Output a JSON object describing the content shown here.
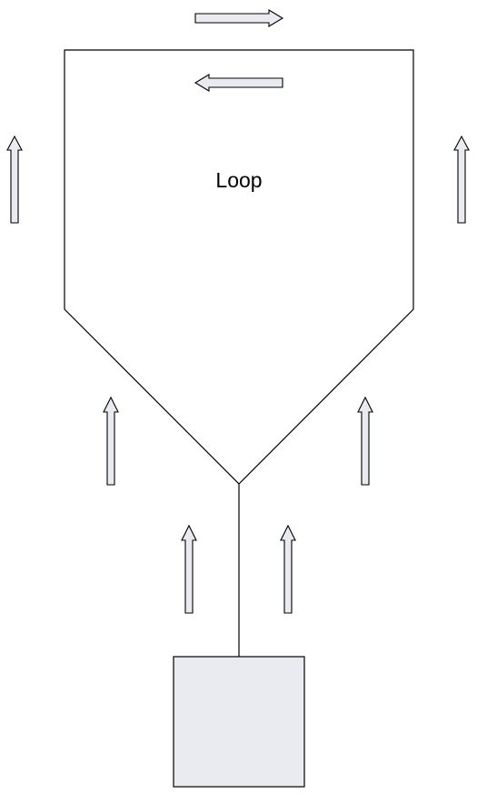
{
  "diagram": {
    "loop_label": "Loop",
    "colors": {
      "stroke": "#000000",
      "fill": "#e9ebf0",
      "background": "#ffffff"
    },
    "arrows": [
      {
        "id": "top-right",
        "direction": "right"
      },
      {
        "id": "inner-left",
        "direction": "left"
      },
      {
        "id": "outer-left-up",
        "direction": "up"
      },
      {
        "id": "outer-right-up",
        "direction": "up"
      },
      {
        "id": "funnel-left-up",
        "direction": "up"
      },
      {
        "id": "funnel-right-up",
        "direction": "up"
      },
      {
        "id": "stem-left-up",
        "direction": "up"
      },
      {
        "id": "stem-right-up",
        "direction": "up"
      }
    ]
  }
}
